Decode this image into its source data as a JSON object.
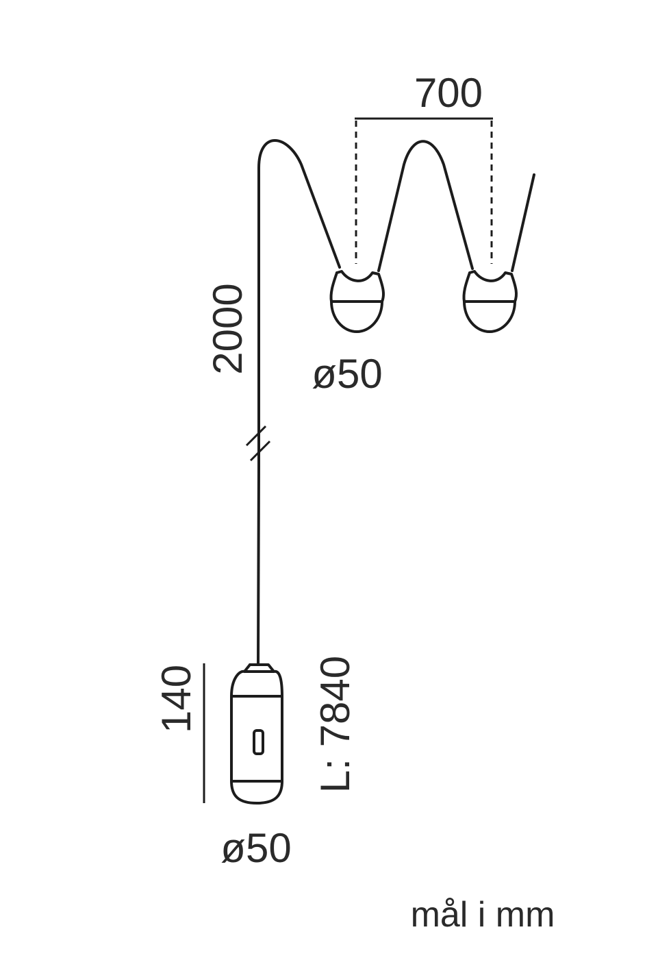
{
  "dimensions": {
    "spacing": "700",
    "cable_segment": "2000",
    "bulb_diameter": "ø50",
    "battery_height": "140",
    "total_length": "L: 7840",
    "battery_diameter": "ø50"
  },
  "units_note": "mål i mm"
}
